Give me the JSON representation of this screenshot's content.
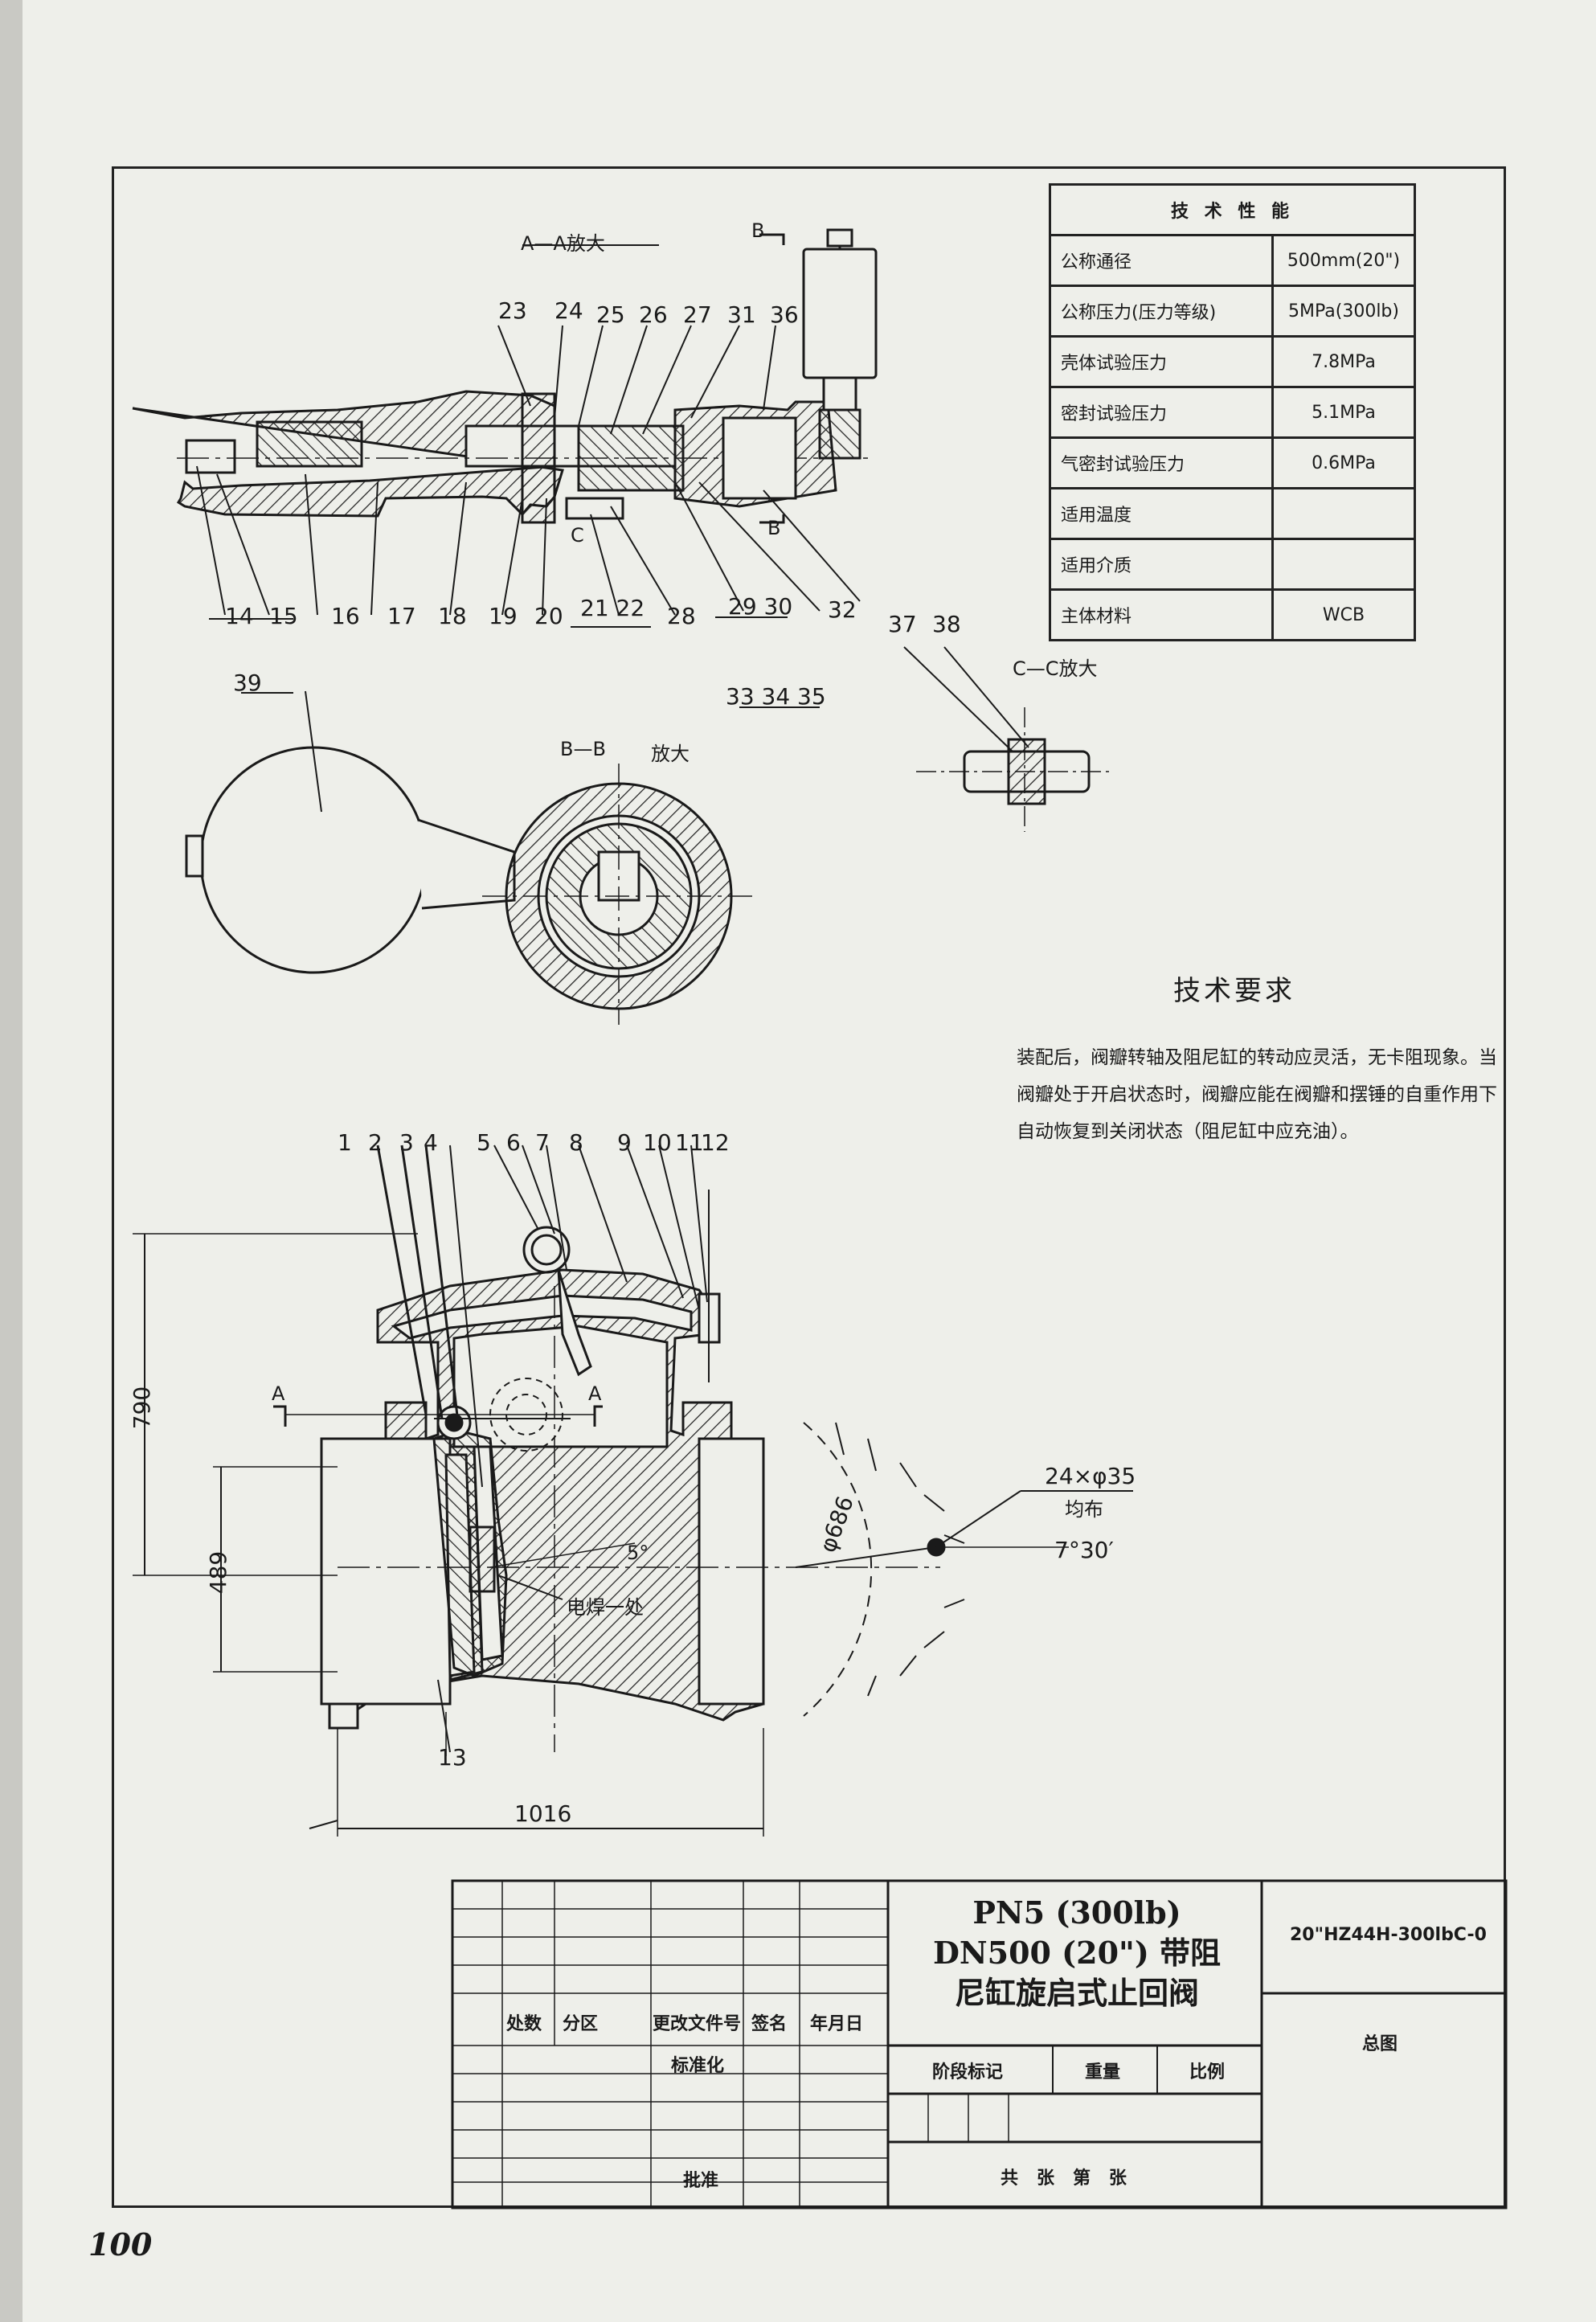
{
  "spec_table": {
    "title": "技 术 性 能",
    "rows": [
      {
        "label": "公称通径",
        "value": "500mm(20\")"
      },
      {
        "label": "公称压力(压力等级)",
        "value": "5MPa(300lb)"
      },
      {
        "label": "壳体试验压力",
        "value": "7.8MPa"
      },
      {
        "label": "密封试验压力",
        "value": "5.1MPa"
      },
      {
        "label": "气密封试验压力",
        "value": "0.6MPa"
      },
      {
        "label": "适用温度",
        "value": ""
      },
      {
        "label": "适用介质",
        "value": ""
      },
      {
        "label": "主体材料",
        "value": "WCB"
      }
    ]
  },
  "views": {
    "aa": "A—A放大",
    "bb": "B—B",
    "bb_zoom": "放大",
    "cc": "C—C放大",
    "b_marker": "B",
    "c_marker": "C",
    "a_marker": "A"
  },
  "callouts_top": [
    "23",
    "24",
    "25",
    "26",
    "27",
    "31",
    "36"
  ],
  "callouts_bottom": [
    "14",
    "15",
    "16",
    "17",
    "18",
    "19",
    "20",
    "21 22",
    "28",
    "29 30",
    "32",
    "33 34 35"
  ],
  "callouts_cc": [
    "37",
    "38"
  ],
  "callout_39": "39",
  "callouts_main": [
    "1",
    "2",
    "3",
    "4",
    "5",
    "6",
    "7",
    "8",
    "9",
    "10",
    "11",
    "12"
  ],
  "callout_13": "13",
  "dims": {
    "h790": "790",
    "h489": "489",
    "w1016": "1016",
    "dia": "φ686",
    "holes": "24×φ35",
    "holes_note": "均布",
    "angle": "7°30′",
    "tilt": "5°",
    "weld": "电焊一处"
  },
  "requirements": {
    "title": "技术要求",
    "body": "装配后，阀瓣转轴及阻尼缸的转动应灵活，无卡阻现象。当阀瓣处于开启状态时，阀瓣应能在阀瓣和摆锤的自重作用下自动恢复到关闭状态（阻尼缸中应充油）。"
  },
  "title_block": {
    "title_line1": "PN5 (300lb)",
    "title_line2": "DN500 (20\") 带阻",
    "title_line3": "尼缸旋启式止回阀",
    "drawing_no": "20\"HZ44H-300lbC-0",
    "drawing_name": "总图",
    "headers": [
      "处数",
      "分区",
      "更改文件号",
      "签名",
      "年月日"
    ],
    "standardize": "标准化",
    "approve": "批准",
    "stage": "阶段标记",
    "weight": "重量",
    "scale": "比例",
    "sheets": "共   张   第   张"
  },
  "page_number": "100"
}
